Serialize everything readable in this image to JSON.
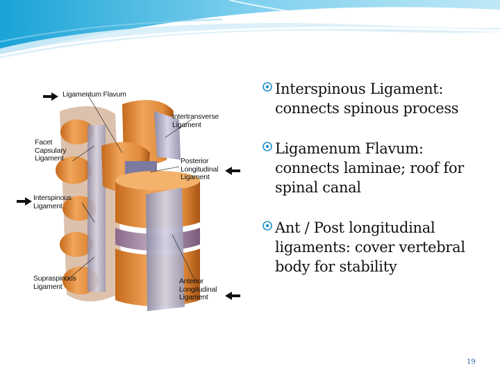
{
  "slide": {
    "page_number": "19",
    "accent_color": "#1f8fc8",
    "bullets": [
      {
        "text": "Interspinous Ligament: connects spinous process"
      },
      {
        "text": "Ligamenum Flavum: connects laminae; roof for spinal canal"
      },
      {
        "text": "Ant / Post longitudinal ligaments: cover vertebral body for stability"
      }
    ]
  },
  "figure": {
    "labels": {
      "ligamentum_flavum": "Ligamentum Flavum",
      "intertransverse": "Intertransverse\nLigament",
      "facet_capsulary": "Facet\nCapsulary\nLigament",
      "posterior_longitudinal": "Posterior\nLongitudinal\nLigament",
      "interspinous": "Interspinous\nLigament",
      "supraspinous": "Supraspinous\nLigament",
      "anterior_longitudinal": "Anterior\nLongitudinal\nLigament"
    }
  }
}
